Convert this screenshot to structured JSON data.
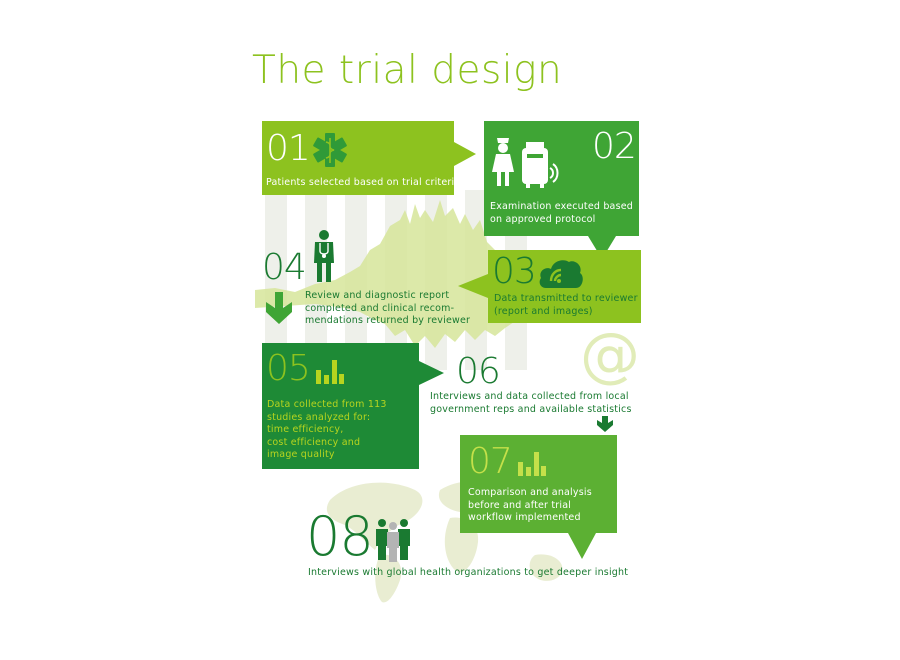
{
  "title": "The trial design",
  "steps": [
    {
      "num": "01",
      "text": "Patients selected based on trial criteria"
    },
    {
      "num": "02",
      "text": "Examination executed based\non approved protocol"
    },
    {
      "num": "03",
      "text": "Data transmitted to reviewer\n(report and images)"
    },
    {
      "num": "04",
      "text": "Review and diagnostic report\ncompleted and clinical recom-\nmendations returned by reviewer"
    },
    {
      "num": "05",
      "text": "Data collected from 113\nstudies analyzed for:\ntime efficiency,\ncost efficiency and\nimage quality"
    },
    {
      "num": "06",
      "text": "Interviews and data collected from local\ngovernment reps and available statistics"
    },
    {
      "num": "07",
      "text": "Comparison and analysis\nbefore and after trial\nworkflow implemented"
    },
    {
      "num": "08",
      "text": "Interviews with global health organizations to get deeper insight"
    }
  ],
  "at_symbol": "@",
  "colors": {
    "lime": "#8dc21f",
    "green": "#4fa82a",
    "dark_green": "#1a7a31",
    "mid_green": "#3d9a2a",
    "deep_green": "#0f6b3a"
  },
  "icons": [
    "medical-star-icon",
    "nurse-icon",
    "scanner-icon",
    "wireless-icon",
    "cloud-wifi-icon",
    "doctor-icon",
    "bar-chart-icon",
    "at-icon",
    "down-arrow-icon",
    "people-icon",
    "world-map-icon"
  ]
}
